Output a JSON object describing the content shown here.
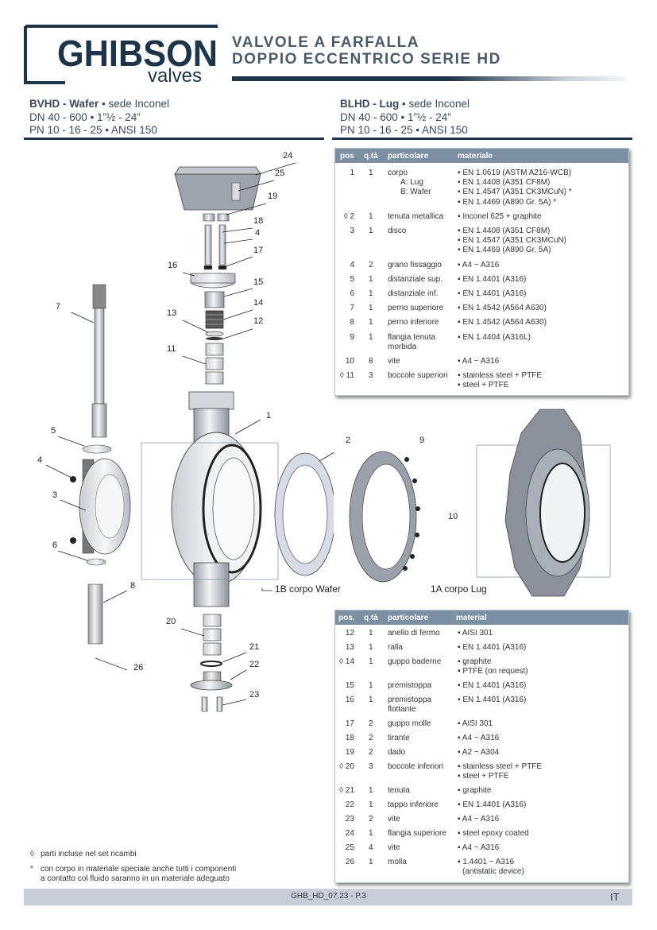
{
  "brand": {
    "name": "GHIBSON",
    "sub": "valves"
  },
  "title": {
    "line1": "VALVOLE A FARFALLA",
    "line2": "DOPPIO ECCENTRICO SERIE HD"
  },
  "left_sub": {
    "model": "BVHD - Wafer",
    "seat": " • sede Inconel",
    "line2": "DN 40 - 600 • 1”½ - 24”",
    "line3": "PN 10 - 16 - 25 • ANSI 150"
  },
  "right_sub": {
    "model": "BLHD - Lug",
    "seat": " • sede Inconel",
    "line2": "DN 40 - 600 • 1”½ - 24”",
    "line3": "PN 10 - 16 - 25 • ANSI 150"
  },
  "table1": {
    "headers": {
      "pos": "pos",
      "qty": "q.tà",
      "part": "particolare",
      "mat": "materiale"
    },
    "rows": [
      {
        "pos": "1",
        "qty": "1",
        "part": [
          "corpo",
          "A: Lug",
          "B: Wafer"
        ],
        "mat": [
          "▪ EN 1.0619 (ASTM A216-WCB)",
          "▪ EN 1.4408 (A351 CF8M)",
          "▪ EN 1.4547 (A351 CK3MCuN) *",
          "▪ EN 1.4469 (A890 Gr. 5A) *"
        ]
      },
      {
        "pos": "◊ 2",
        "qty": "1",
        "part": [
          "tenuta metallica"
        ],
        "mat": [
          "▪ Inconel 625 + graphite"
        ]
      },
      {
        "pos": "3",
        "qty": "1",
        "part": [
          "disco"
        ],
        "mat": [
          "▪ EN 1.4408 (A351 CF8M)",
          "▪ EN 1.4547 (A351 CK3MCuN)",
          "▪ EN 1.4469 (A890 Gr. 5A)"
        ]
      },
      {
        "pos": "4",
        "qty": "2",
        "part": [
          "grano fissaggio"
        ],
        "mat": [
          "▪ A4 ~ A316"
        ]
      },
      {
        "pos": "5",
        "qty": "1",
        "part": [
          "distanziale sup."
        ],
        "mat": [
          "▪ EN 1.4401 (A316)"
        ]
      },
      {
        "pos": "6",
        "qty": "1",
        "part": [
          "distanziale inf."
        ],
        "mat": [
          "▪ EN 1.4401 (A316)"
        ]
      },
      {
        "pos": "7",
        "qty": "1",
        "part": [
          "perno superiore"
        ],
        "mat": [
          "▪ EN 1.4542 (A564 A630)"
        ]
      },
      {
        "pos": "8",
        "qty": "1",
        "part": [
          "perno inferiore"
        ],
        "mat": [
          "▪ EN 1.4542 (A564 A630)"
        ]
      },
      {
        "pos": "9",
        "qty": "1",
        "part": [
          "flangia tenuta",
          "morbida"
        ],
        "mat": [
          "▪ EN 1.4404 (A316L)"
        ]
      },
      {
        "pos": "10",
        "qty": "8",
        "part": [
          "vite"
        ],
        "mat": [
          "▪ A4 ~ A316"
        ]
      },
      {
        "pos": "◊ 11",
        "qty": "3",
        "part": [
          "boccole superiori"
        ],
        "mat": [
          "▪ stainless steel + PTFE",
          "▪ steel + PTFE"
        ]
      }
    ]
  },
  "table2": {
    "headers": {
      "pos": "pos.",
      "qty": "q.tà",
      "part": "particolare",
      "mat": "material"
    },
    "rows": [
      {
        "pos": "12",
        "qty": "1",
        "part": [
          "anello di fermo"
        ],
        "mat": [
          "▪ AISI 301"
        ]
      },
      {
        "pos": "13",
        "qty": "1",
        "part": [
          "ralla"
        ],
        "mat": [
          "▪ EN 1.4401 (A316)"
        ]
      },
      {
        "pos": "◊ 14",
        "qty": "1",
        "part": [
          "guppo baderne"
        ],
        "mat": [
          "▪ graphite",
          "▪ PTFE  (on request)"
        ]
      },
      {
        "pos": "15",
        "qty": "1",
        "part": [
          "premistoppa"
        ],
        "mat": [
          "▪ EN 1.4401 (A316)"
        ]
      },
      {
        "pos": "16",
        "qty": "1",
        "part": [
          "premistoppa",
          "flottante"
        ],
        "mat": [
          "▪ EN 1.4401 (A316)"
        ]
      },
      {
        "pos": "17",
        "qty": "2",
        "part": [
          "guppo molle"
        ],
        "mat": [
          "▪ AISI 301"
        ]
      },
      {
        "pos": "18",
        "qty": "2",
        "part": [
          "tirante"
        ],
        "mat": [
          "▪ A4 ~ A316"
        ]
      },
      {
        "pos": "19",
        "qty": "2",
        "part": [
          "dado"
        ],
        "mat": [
          "▪ A2 ~ A304"
        ]
      },
      {
        "pos": "◊ 20",
        "qty": "3",
        "part": [
          "boccole inferiori"
        ],
        "mat": [
          "▪ stainless steel + PTFE",
          "▪ steel + PTFE"
        ]
      },
      {
        "pos": "◊ 21",
        "qty": "1",
        "part": [
          "tenuta"
        ],
        "mat": [
          "▪ graphite"
        ]
      },
      {
        "pos": "22",
        "qty": "1",
        "part": [
          "tappo inferiore"
        ],
        "mat": [
          "▪ EN 1.4401 (A316)"
        ]
      },
      {
        "pos": "23",
        "qty": "2",
        "part": [
          "vite"
        ],
        "mat": [
          "▪ A4 ~ A316"
        ]
      },
      {
        "pos": "24",
        "qty": "1",
        "part": [
          "flangia superiore"
        ],
        "mat": [
          "▪ steel epoxy coated"
        ]
      },
      {
        "pos": "25",
        "qty": "4",
        "part": [
          "vite"
        ],
        "mat": [
          "▪ A4 ~ A316"
        ]
      },
      {
        "pos": "26",
        "qty": "1",
        "part": [
          "molla"
        ],
        "mat": [
          "▪ 1.4401 ~ A316",
          "(antistatic device)"
        ]
      }
    ]
  },
  "notes": {
    "n1_sym": "◊",
    "n1": "parti incluse nel set ricambi",
    "n2_sym": "*",
    "n2a": "con corpo in materiale speciale anche tutti i componenti",
    "n2b": "a contatto col fluido saranno in un materiale adeguato"
  },
  "labels": {
    "wafer": "1B corpo Wafer",
    "lug": "1A corpo Lug"
  },
  "callouts": [
    "24",
    "25",
    "19",
    "18",
    "4",
    "17",
    "16",
    "15",
    "14",
    "13",
    "12",
    "11",
    "7",
    "1",
    "5",
    "4",
    "3",
    "6",
    "8",
    "2",
    "9",
    "10",
    "20",
    "21",
    "22",
    "23",
    "26"
  ],
  "footer": {
    "code": "GHB_HD_07.23 - P.3",
    "lang": "IT"
  },
  "colors": {
    "navy": "#1e3448",
    "header": "#7d8fa2",
    "footer": "#c6cfd8"
  }
}
